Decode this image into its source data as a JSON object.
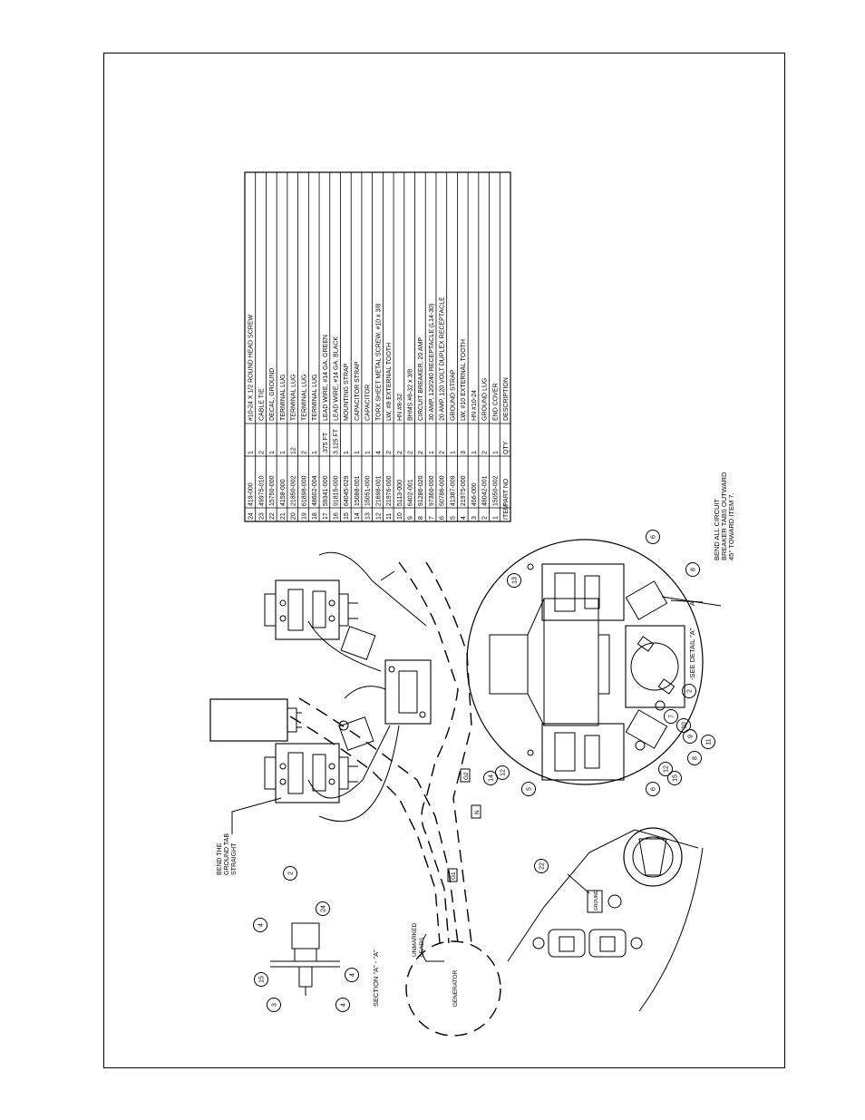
{
  "parts_table": {
    "header": {
      "item": "ITEM",
      "part_no": "PART NO",
      "qty": "QTY",
      "description": "DESCRIPTION"
    },
    "rows": [
      {
        "item": "24",
        "part_no": "419-000",
        "qty": "1",
        "description": "#10-24 X 1/2 ROUND HEAD SCREW"
      },
      {
        "item": "23",
        "part_no": "49975-010",
        "qty": "2",
        "description": "CABLE TIE"
      },
      {
        "item": "22",
        "part_no": "15750-000",
        "qty": "1",
        "description": "DECAL, GROUND"
      },
      {
        "item": "21",
        "part_no": "4158-000",
        "qty": "1",
        "description": "TERMINAL LUG"
      },
      {
        "item": "20",
        "part_no": "21850-002",
        "qty": "12",
        "description": "TERMINAL LUG"
      },
      {
        "item": "19",
        "part_no": "61898-000",
        "qty": "2",
        "description": "TERMINAL LUG"
      },
      {
        "item": "18",
        "part_no": "48602-004",
        "qty": "1",
        "description": "TERMINAL LUG"
      },
      {
        "item": "17",
        "part_no": "59341-000",
        "qty": ".375 FT",
        "description": "LEAD WIRE, #14 GA. GREEN"
      },
      {
        "item": "16",
        "part_no": "91815-000",
        "qty": "3.125 FT",
        "description": "LEAD WIRE, #14 GA. BLACK"
      },
      {
        "item": "15",
        "part_no": "64045-029",
        "qty": "1",
        "description": "MOUNTING STRAP"
      },
      {
        "item": "14",
        "part_no": "15088-001",
        "qty": "1",
        "description": "CAPACITOR STRAP"
      },
      {
        "item": "13",
        "part_no": "15051-000",
        "qty": "1",
        "description": "CAPACITOR"
      },
      {
        "item": "12",
        "part_no": "21698-001",
        "qty": "4",
        "description": "TORX SHEET METAL SCREW, #10 x 3/8"
      },
      {
        "item": "11",
        "part_no": "21976-000",
        "qty": "2",
        "description": "LW, #8 EXTERNAL TOOTH"
      },
      {
        "item": "10",
        "part_no": "5113-000",
        "qty": "2",
        "description": "HN #8-32"
      },
      {
        "item": "9",
        "part_no": "6402-001",
        "qty": "2",
        "description": "BHMS #8-32 x 3/8"
      },
      {
        "item": "8",
        "part_no": "91286-020",
        "qty": "2",
        "description": "CIRCUIT BREAKER, 20 AMP"
      },
      {
        "item": "7",
        "part_no": "97360-000",
        "qty": "1",
        "description": "30 AMP, 120/240 RECEPTACLE (L14-30)"
      },
      {
        "item": "6",
        "part_no": "50786-000",
        "qty": "2",
        "description": "20 AMP, 120 VOLT DUPLEX RECEPTACLE"
      },
      {
        "item": "5",
        "part_no": "41387-009",
        "qty": "1",
        "description": "GROUND STRAP"
      },
      {
        "item": "4",
        "part_no": "21975-000",
        "qty": "3",
        "description": "LW, #10 EXTERNAL TOOTH"
      },
      {
        "item": "3",
        "part_no": "456-000",
        "qty": "1",
        "description": "HN #10-24"
      },
      {
        "item": "2",
        "part_no": "48042-001",
        "qty": "2",
        "description": "GROUND LUG"
      },
      {
        "item": "1",
        "part_no": "15050-002",
        "qty": "1",
        "description": "END COVER"
      }
    ]
  },
  "notes": {
    "bend_ground_tab": [
      "BEND THE",
      "GROUND TAB",
      "STRAIGHT"
    ],
    "bend_breaker_tabs": [
      "BEND ALL CIRCUIT",
      "BREAKER TABS OUTWARD",
      "45° TOWARD ITEM 7."
    ],
    "see_detail": "-SEE DETAIL \"A\"",
    "detail_a_mark": "A",
    "section_label": "SECTION \"A\" - \"A\"",
    "generator": "GENERATOR",
    "unmarked_leads": [
      "UNMARKED",
      "LEADS"
    ],
    "ground_decal": "GROUND"
  },
  "wire_tags": {
    "g1": "G1",
    "g2": "G2",
    "n": "N"
  },
  "balloons": {
    "section": [
      "4",
      "2",
      "24",
      "4",
      "4",
      "15",
      "3"
    ],
    "ground_decal": "22",
    "cover": {
      "b13": "13",
      "b6a": "6",
      "b8a": "8",
      "b2": "2",
      "b7": "7",
      "b10": "10",
      "b9": "9",
      "b11": "11",
      "b8b": "8",
      "b12a": "12",
      "b15": "15",
      "b6b": "6",
      "b5": "5",
      "b12b": "12",
      "b14": "14"
    }
  }
}
